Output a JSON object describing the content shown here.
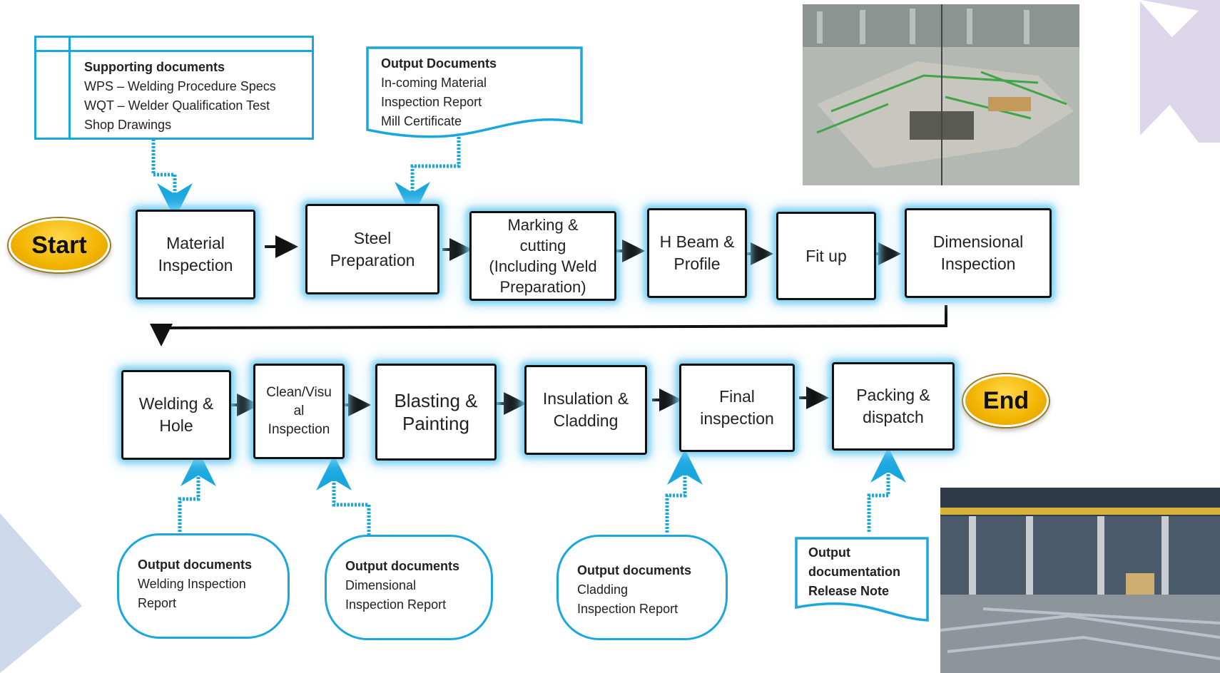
{
  "supporting_docs": {
    "title": "Supporting documents",
    "lines": [
      "WPS – Welding Procedure Specs",
      "WQT – Welder Qualification Test",
      "Shop Drawings"
    ]
  },
  "output_docs_top": {
    "title": "Output Documents",
    "lines": [
      "In-coming Material",
      "Inspection Report",
      "Mill Certificate"
    ]
  },
  "start_label": "Start",
  "end_label": "End",
  "row1": [
    "Material\nInspection",
    "Steel\nPreparation",
    "Marking &\ncutting\n(Including Weld\nPreparation)",
    "H Beam &\nProfile",
    "Fit up",
    "Dimensional\nInspection"
  ],
  "row2": [
    "Welding &\nHole",
    "Clean/Visu\nal\nInspection",
    "Blasting &\nPainting",
    "Insulation &\nCladding",
    "Final\ninspection",
    "Packing &\ndispatch"
  ],
  "out_welding": {
    "title": "Output documents",
    "lines": [
      "Welding Inspection",
      "Report"
    ]
  },
  "out_dimensional": {
    "title": "Output documents",
    "lines": [
      "Dimensional",
      "Inspection Report"
    ]
  },
  "out_cladding": {
    "title": "Output documents",
    "lines": [
      "Cladding",
      "Inspection Report"
    ]
  },
  "out_release": {
    "lines": [
      "Output",
      "documentation",
      "Release Note"
    ]
  },
  "colors": {
    "accent": "#1aa7e0",
    "oval": "#f2b400",
    "deco": "#dcd7ea"
  }
}
